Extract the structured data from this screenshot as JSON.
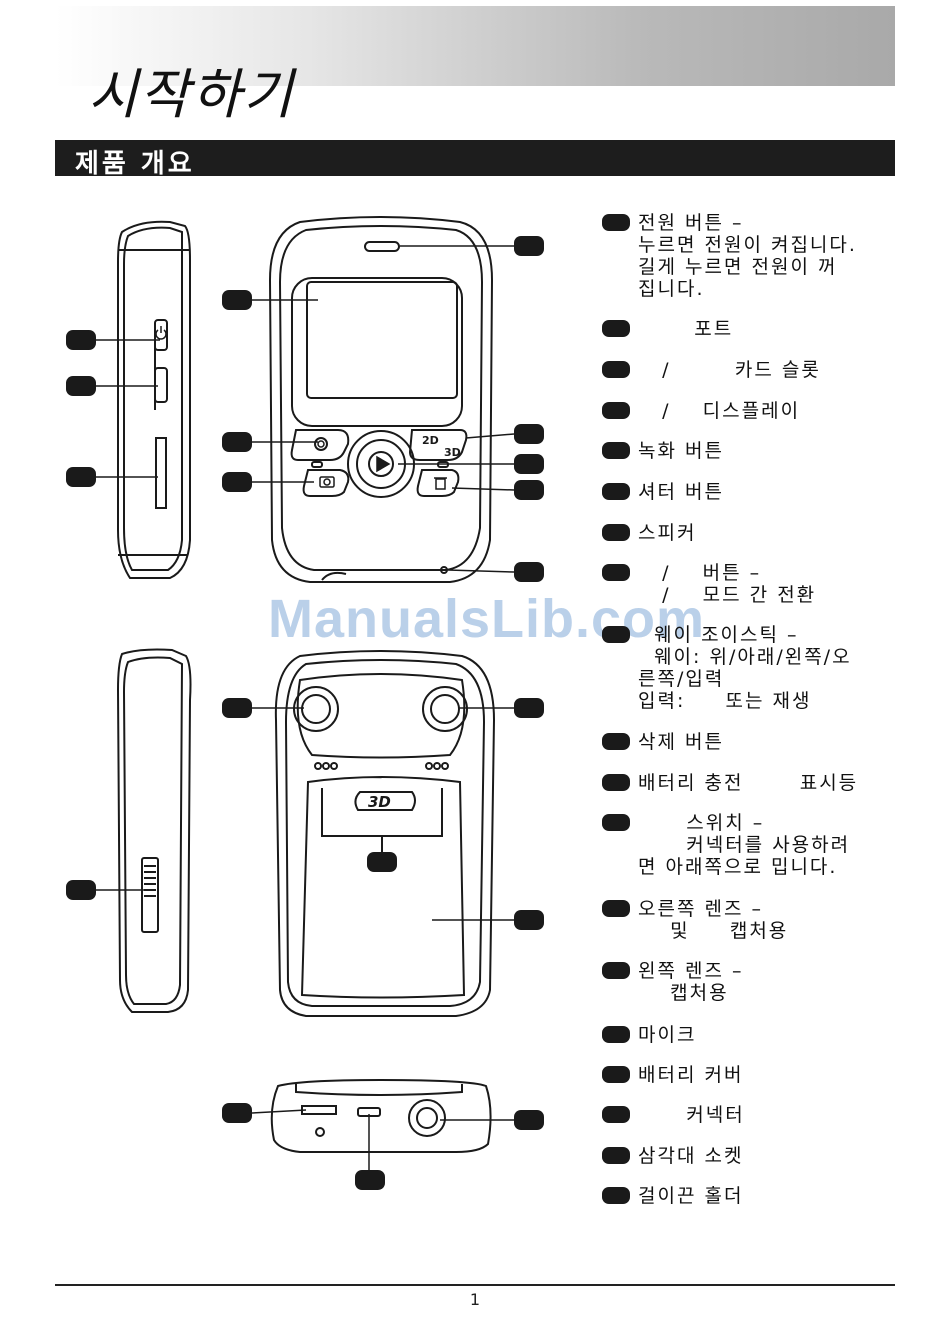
{
  "page": {
    "title": "시작하기",
    "section_title": "제품 개요",
    "watermark": "ManualsLib.com",
    "page_number": "1"
  },
  "legend": [
    {
      "text": "전원 버튼 –\n누르면 전원이 켜집니다.\n길게 누르면 전원이 꺼\n집니다."
    },
    {
      "text": "       포트"
    },
    {
      "text": "   /        카드 슬롯"
    },
    {
      "text": "   /    디스플레이"
    },
    {
      "text": "녹화 버튼"
    },
    {
      "text": "셔터 버튼"
    },
    {
      "text": "스피커"
    },
    {
      "text": "   /    버튼 –\n   /    모드 간 전환"
    },
    {
      "text": "  웨이 조이스틱 –\n  웨이: 위/아래/왼쪽/오\n른쪽/입력\n입력:     또는 재생"
    },
    {
      "text": "삭제 버튼"
    },
    {
      "text": "배터리 충전       표시등"
    },
    {
      "text": "      스위치 –\n      커넥터를 사용하려\n면 아래쪽으로 밉니다."
    },
    {
      "text": "오른쪽 렌즈 –\n    및     캡처용"
    },
    {
      "text": "왼쪽 렌즈 –\n    캡처용"
    },
    {
      "text": "마이크"
    },
    {
      "text": "배터리 커버"
    },
    {
      "text": "      커넥터"
    },
    {
      "text": "삼각대 소켓"
    },
    {
      "text": "걸이끈 홀더"
    }
  ],
  "device_labels": {
    "mode_2d": "2D",
    "mode_3d": "3D",
    "badge_3d": "3D"
  },
  "icons": [
    "power-icon",
    "record-icon",
    "camera-icon",
    "play-icon",
    "trash-icon"
  ],
  "colors": {
    "marker": "#1a1a1a",
    "section_bar": "#1d1d1d",
    "watermark": "#82aad7"
  }
}
